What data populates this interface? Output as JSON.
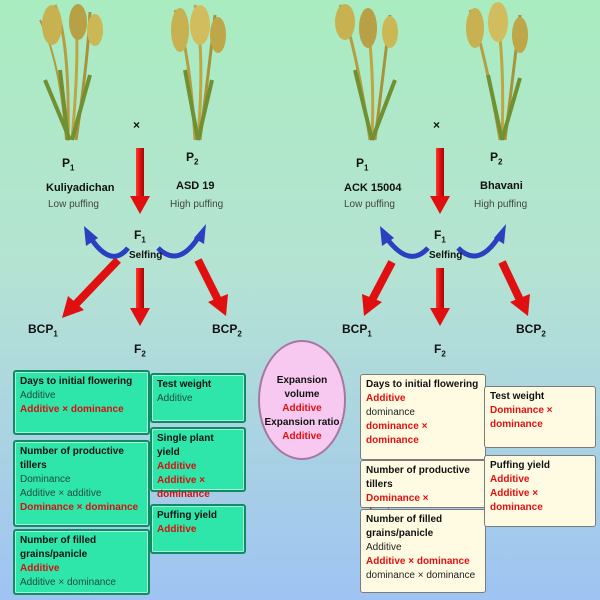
{
  "cross_symbol": "×",
  "selfing": "Selfing",
  "left_cross": {
    "p1": "P",
    "p1_sub": "1",
    "p1_name": "Kuliyadichan",
    "p1_trait": "Low puffing",
    "p2": "P",
    "p2_sub": "2",
    "p2_name": "ASD 19",
    "p2_trait": "High puffing",
    "f1": "F",
    "f1_sub": "1",
    "bcp1": "BCP",
    "bcp1_sub": "1",
    "bcp2": "BCP",
    "bcp2_sub": "2",
    "f2": "F",
    "f2_sub": "2"
  },
  "right_cross": {
    "p1": "P",
    "p1_sub": "1",
    "p1_name": "ACK 15004",
    "p1_trait": "Low puffing",
    "p2": "P",
    "p2_sub": "2",
    "p2_name": "Bhavani",
    "p2_trait": "High puffing",
    "f1": "F",
    "f1_sub": "1",
    "bcp1": "BCP",
    "bcp1_sub": "1",
    "bcp2": "BCP",
    "bcp2_sub": "2",
    "f2": "F",
    "f2_sub": "2"
  },
  "left_boxes": [
    {
      "title": "Days to initial flowering",
      "items": [
        {
          "text": "Additive"
        },
        {
          "text": "Additive × dominance",
          "red": true
        }
      ]
    },
    {
      "title": "Number of productive tillers",
      "items": [
        {
          "text": "Dominance"
        },
        {
          "text": "Additive × additive"
        },
        {
          "text": "Dominance × dominance",
          "red": true
        }
      ]
    },
    {
      "title": "Number of filled grains/panicle",
      "items": [
        {
          "text": "Additive",
          "red": true
        },
        {
          "text": "Additive × dominance"
        }
      ]
    },
    {
      "title": "Test weight",
      "items": [
        {
          "text": "Additive"
        }
      ]
    },
    {
      "title": "Single plant yield",
      "items": [
        {
          "text": "Additive",
          "red": true
        },
        {
          "text": "Additive × dominance",
          "red": true
        }
      ]
    },
    {
      "title": "Puffing yield",
      "items": [
        {
          "text": "Additive",
          "red": true
        }
      ]
    }
  ],
  "center": {
    "title1": "Expansion volume",
    "value1": "Additive",
    "title2": "Expansion ratio",
    "value2": "Additive"
  },
  "right_boxes": [
    {
      "title": "Days to initial flowering",
      "items": [
        {
          "text": "Additive",
          "red": true
        },
        {
          "text": "dominance"
        },
        {
          "text": "dominance × dominance",
          "red": true
        }
      ]
    },
    {
      "title": "Number of productive tillers",
      "items": [
        {
          "text": "Dominance × dominance",
          "red": true
        }
      ]
    },
    {
      "title": "Number of filled grains/panicle",
      "items": [
        {
          "text": "Additive"
        },
        {
          "text": "Additive × dominance",
          "red": true
        },
        {
          "text": "dominance × dominance"
        }
      ]
    },
    {
      "title": "Test weight",
      "items": [
        {
          "text": "Dominance × dominance",
          "red": true
        }
      ]
    },
    {
      "title": "Puffing yield",
      "items": [
        {
          "text": "Additive",
          "red": true
        },
        {
          "text": "Additive × dominance",
          "red": true
        }
      ]
    }
  ],
  "colors": {
    "arrow_red": "#e01010",
    "arrow_blue": "#2b3fc0",
    "box_green": "#2ee6a9",
    "box_cream": "#fffbe3",
    "ellipse_pink": "#f7c9f0"
  }
}
